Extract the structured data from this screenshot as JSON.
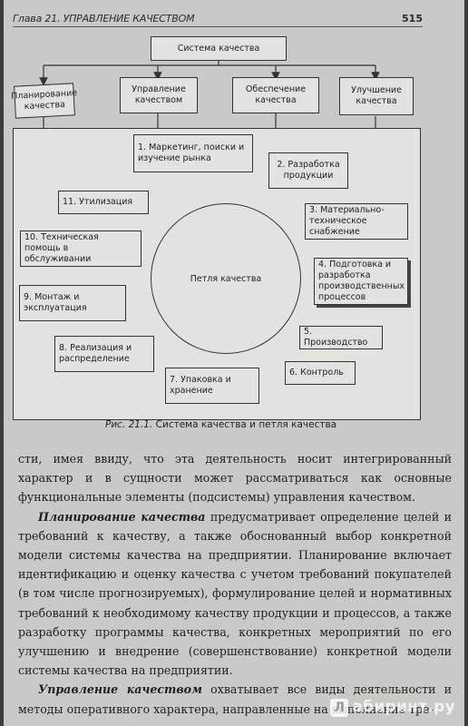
{
  "header": {
    "chapter": "Глава 21. УПРАВЛЕНИЕ КАЧЕСТВОМ",
    "page_number": "515"
  },
  "diagram": {
    "top_box": "Система качества",
    "functions": [
      "Планирование качества",
      "Управление качеством",
      "Обеспечение качества",
      "Улучшение качества"
    ],
    "loop_center": "Петля качества",
    "stages": [
      "1. Маркетинг, поиски и изучение рынка",
      "2. Разработка продукции",
      "3. Материально-техническое снабжение",
      "4. Подготовка и разработка производственных процессов",
      "5. Производство",
      "6. Контроль",
      "7. Упаковка и хранение",
      "8. Реализация и распределение",
      "9. Монтаж и эксплуатация",
      "10. Техническая помощь в обслуживании",
      "11. Утилизация"
    ]
  },
  "caption": {
    "label": "Рис. 21.1.",
    "text": "Система качества и петля качества"
  },
  "body": {
    "para1": "сти, имея ввиду, что эта деятельность носит интегрированный характер и в сущности может рассматриваться как основные функциональные элементы (подсистемы) управления качеством.",
    "para2_term": "Планирование качества",
    "para2_text": "предусматривает определение целей и требований к качеству, а также обоснованный выбор конкретной модели системы качества на предприятии. Планирование включает идентификацию и оценку качества с учетом требований покупателей (в том числе прогнозируемых), формулирование целей и нормативных требований к необходимому качеству продукции и процессов, а также разработку программы качества, конкретных мероприятий по его улучшению и внедрение (совершенствование) конкретной модели системы качества на предприятии.",
    "para3_term": "Управление качеством",
    "para3_text": "охватывает все виды деятельности и методы оперативного характера, направленные на выполнение тре-"
  },
  "watermark": {
    "badge": "Л",
    "text": "абиринт.ру"
  }
}
